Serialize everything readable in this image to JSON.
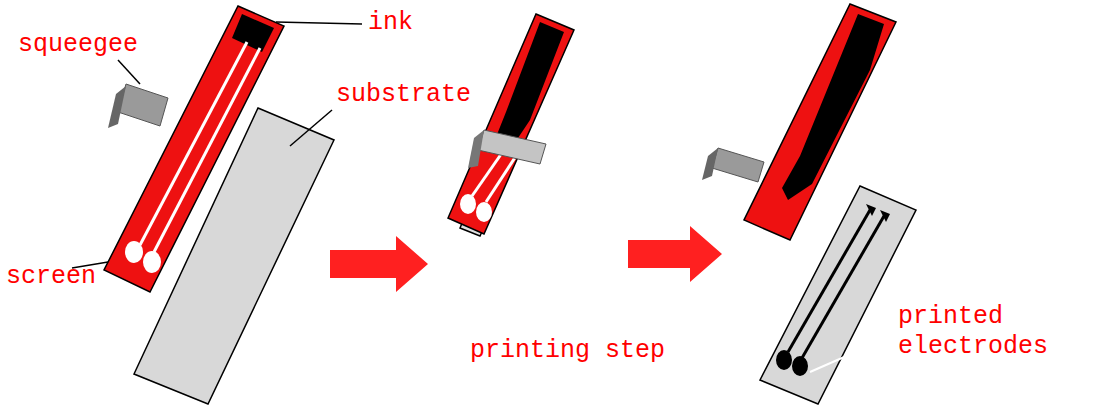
{
  "diagram": {
    "labels": [
      "squeegee",
      "ink",
      "substrate",
      "screen",
      "printing step",
      "printed electrodes"
    ]
  }
}
